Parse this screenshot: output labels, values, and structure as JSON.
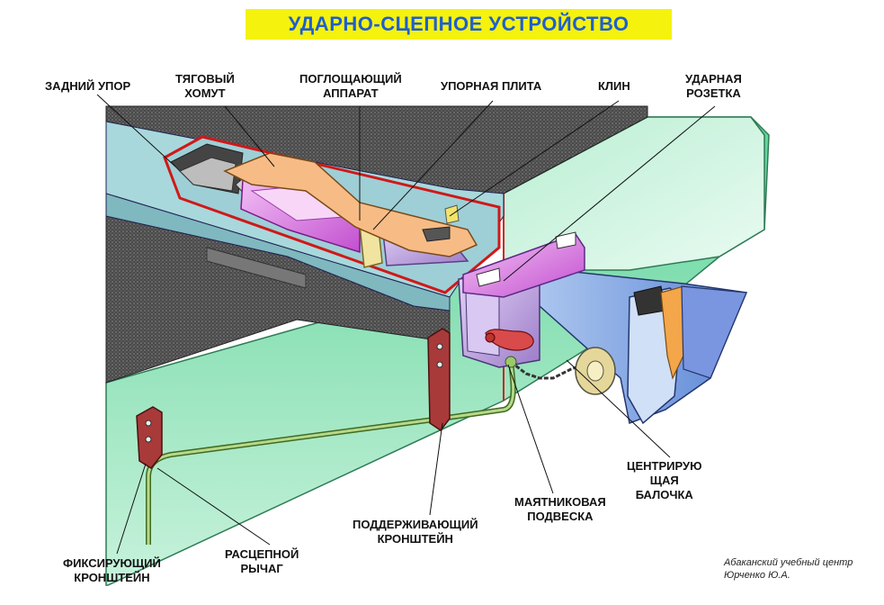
{
  "title": "УДАРНО-СЦЕПНОЕ УСТРОЙСТВО",
  "labels": {
    "rear_stop": "ЗАДНИЙ УПОР",
    "draft_yoke": [
      "ТЯГОВЫЙ",
      "ХОМУТ"
    ],
    "draft_gear": [
      "ПОГЛОЩАЮЩИЙ",
      "АППАРАТ"
    ],
    "follower_plate": "УПОРНАЯ ПЛИТА",
    "wedge": "КЛИН",
    "striker": [
      "УДАРНАЯ",
      "РОЗЕТКА"
    ],
    "centering_beam": [
      "ЦЕНТРИРУЮ",
      "ЩАЯ",
      "БАЛОЧКА"
    ],
    "pendulum_hanger": [
      "МАЯТНИКОВАЯ",
      "ПОДВЕСКА"
    ],
    "support_bracket": [
      "ПОДДЕРЖИВАЮЩИЙ",
      "КРОНШТЕЙН"
    ],
    "uncoupling_lever": [
      "РАСЦЕПНОЙ",
      "РЫЧАГ"
    ],
    "fixing_bracket": [
      "ФИКСИРУЮЩИЙ",
      "КРОНШТЕЙН"
    ]
  },
  "credit": [
    "Абаканский учебный центр",
    "Юрченко Ю.А."
  ]
}
